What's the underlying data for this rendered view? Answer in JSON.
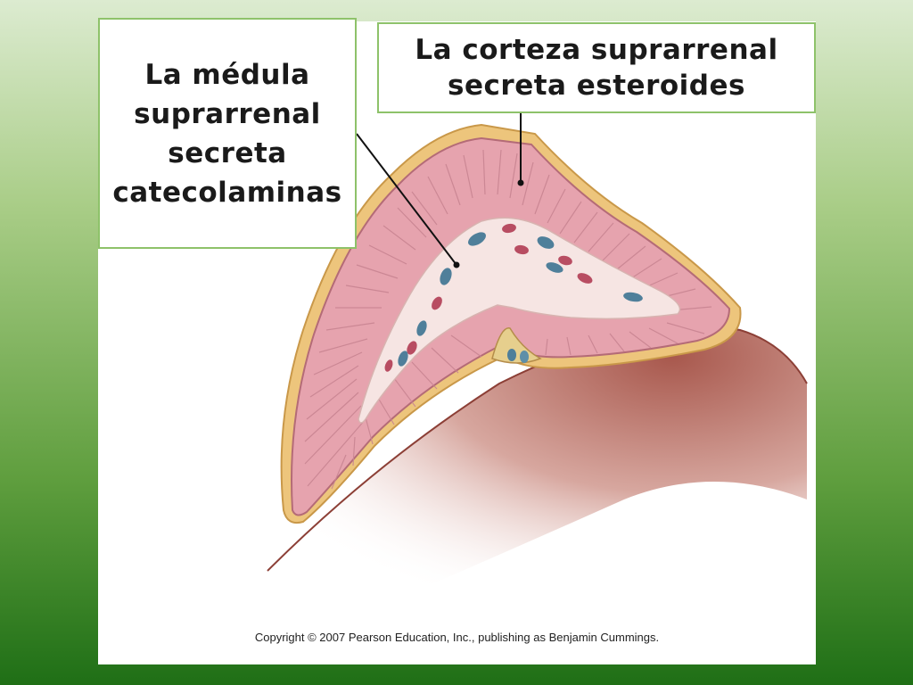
{
  "labels": {
    "medulla": {
      "lines": [
        "La médula",
        "suprarrenal",
        "secreta",
        "catecolaminas"
      ]
    },
    "cortex": {
      "lines": [
        "La corteza suprarrenal",
        "secreta esteroides"
      ]
    }
  },
  "copyright": "Copyright © 2007 Pearson Education, Inc., publishing as Benjamin Cummings.",
  "colors": {
    "background_top": "#dcebd0",
    "background_bottom": "#1f6f16",
    "box_border": "#8ec26a",
    "cortex_pink": "#e6a3ae",
    "capsule_yellow": "#edc57c",
    "medulla_pale": "#f6e5e3",
    "kidney_brown": "#a8584d",
    "vessel_blue": "#4f7f9a",
    "vessel_red": "#b84d62"
  }
}
